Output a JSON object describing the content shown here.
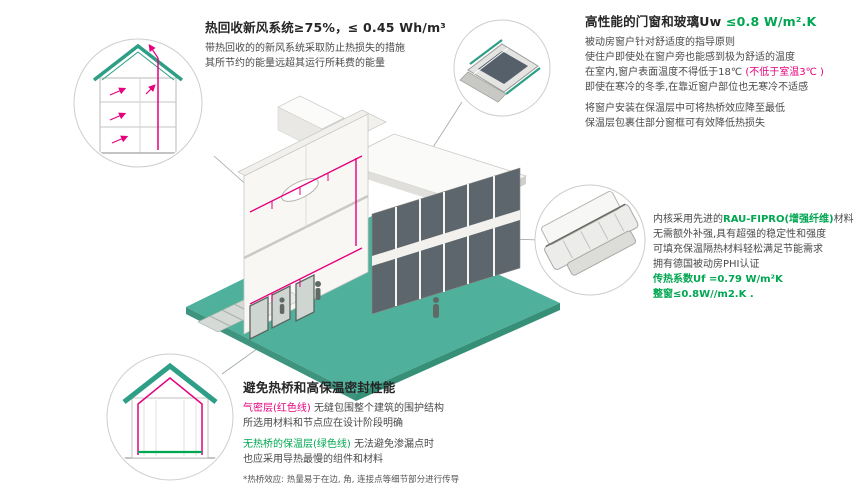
{
  "colors": {
    "teal_base": "#4FB09B",
    "teal_line": "#2E9E86",
    "green_text": "#00A651",
    "magenta": "#E5007D",
    "dark_text": "#262626",
    "body_text": "#4a4a4a"
  },
  "hrv": {
    "title": "热回收新风系统≥75%，≤ 0.45 Wh/m³",
    "body": [
      "带热回收的的新风系统采取防止热损失的措施",
      "其所节约的能量远超其运行所耗费的能量"
    ]
  },
  "windows": {
    "title_black": "高性能的门窗和玻璃Uw ",
    "title_green": "≤0.8 W/m².K",
    "p1": [
      "被动房窗户针对舒适度的指导原则",
      "使住户即使处在窗户旁也能感到极为舒适的温度"
    ],
    "line3_black": "在室内,窗户表面温度不得低于18℃ ",
    "line3_red": "(不低于室温3℃ )",
    "line4": "即使在寒冷的冬季,在靠近窗户部位也无寒冷不适感",
    "p2": [
      "将窗户安装在保温层中可将热桥效应降至最低",
      "保温层包裹住部分窗框可有效降低热损失"
    ]
  },
  "profile": {
    "line1_black": "内核采用先进的",
    "line1_green": "RAU-FIPRO(增强纤维)",
    "line1_end": "材料",
    "lines": [
      "无需额外补强,具有超强的稳定性和强度",
      "可填充保温隔热材料轻松满足节能需求",
      "拥有德国被动房PHI认证"
    ],
    "uf": "传热系数Uf =0.79 W/m²K",
    "uw": "整窗≤0.8W//m2.K ."
  },
  "thermal": {
    "title": "避免热桥和高保温密封性能",
    "red_label": "气密层(红色线)",
    "red_rest": " 无缝包围整个建筑的围护结构",
    "line2": "所选用材料和节点应在设计阶段明确",
    "green_label": "无热桥的保温层(绿色线)",
    "green_rest": " 无法避免渗漏点时",
    "line4": "也应采用导热最慢的组件和材料",
    "footnote": "*热桥效应: 热量易于在边, 角, 连接点等细节部分进行传导"
  }
}
